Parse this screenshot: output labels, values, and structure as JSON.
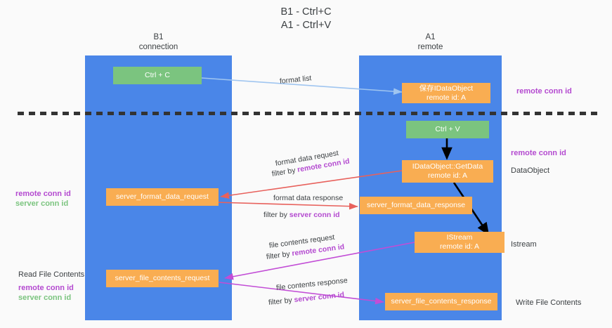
{
  "title": "B1 - Ctrl+C\nA1 - Ctrl+V",
  "columns": [
    {
      "id": "b1",
      "header": "B1\nconnection"
    },
    {
      "id": "a1",
      "header": "A1\nremote"
    }
  ],
  "nodes": {
    "ctrl_c": "Ctrl + C",
    "ctrl_v": "Ctrl + V",
    "idataobject": "保存IDataObject\nremote id: A",
    "getdata": "IDataObject::GetData\nremote id: A",
    "istream": "IStream\nremote id: A",
    "server_format_data_request": "server_format_data_request",
    "server_format_data_response": "server_format_data_response",
    "server_file_contents_request": "server_file_contents_request",
    "server_file_contents_response": "server_file_contents_response"
  },
  "edges": {
    "format_list": "format list",
    "format_data_request": "format data request",
    "format_data_request_filter_prefix": "filter by ",
    "format_data_request_filter_key": "remote conn id",
    "format_data_response": "format data response",
    "format_data_response_filter_prefix": "filter by ",
    "format_data_response_filter_key": "server conn id",
    "file_contents_request": "file contents request",
    "file_contents_request_filter_prefix": "filter by ",
    "file_contents_request_filter_key": "remote conn id",
    "file_contents_response": "file contents response",
    "file_contents_response_filter_prefix": "filter by ",
    "file_contents_response_filter_key": "server conn id"
  },
  "left_labels": {
    "mid_remote": "remote conn id",
    "mid_server": "server conn id",
    "read_file_contents": "Read File Contents",
    "bottom_remote": "remote conn id",
    "bottom_server": "server conn id"
  },
  "right_labels": {
    "top_remote": "remote conn id",
    "mid_remote": "remote conn id",
    "dataobject": "DataObject",
    "istream": "Istream",
    "write_file_contents": "Write File Contents"
  },
  "colors": {
    "column": "#4a86e8",
    "node_green": "#7bc47f",
    "node_orange": "#f9ad52",
    "accent_purple": "#b44ad0",
    "accent_green": "#7bc47f",
    "arrow_lightblue": "#9fc5f0",
    "arrow_red": "#e8615c",
    "arrow_magenta": "#c24dd6",
    "arrow_black": "#000000",
    "background": "#fafafa"
  }
}
